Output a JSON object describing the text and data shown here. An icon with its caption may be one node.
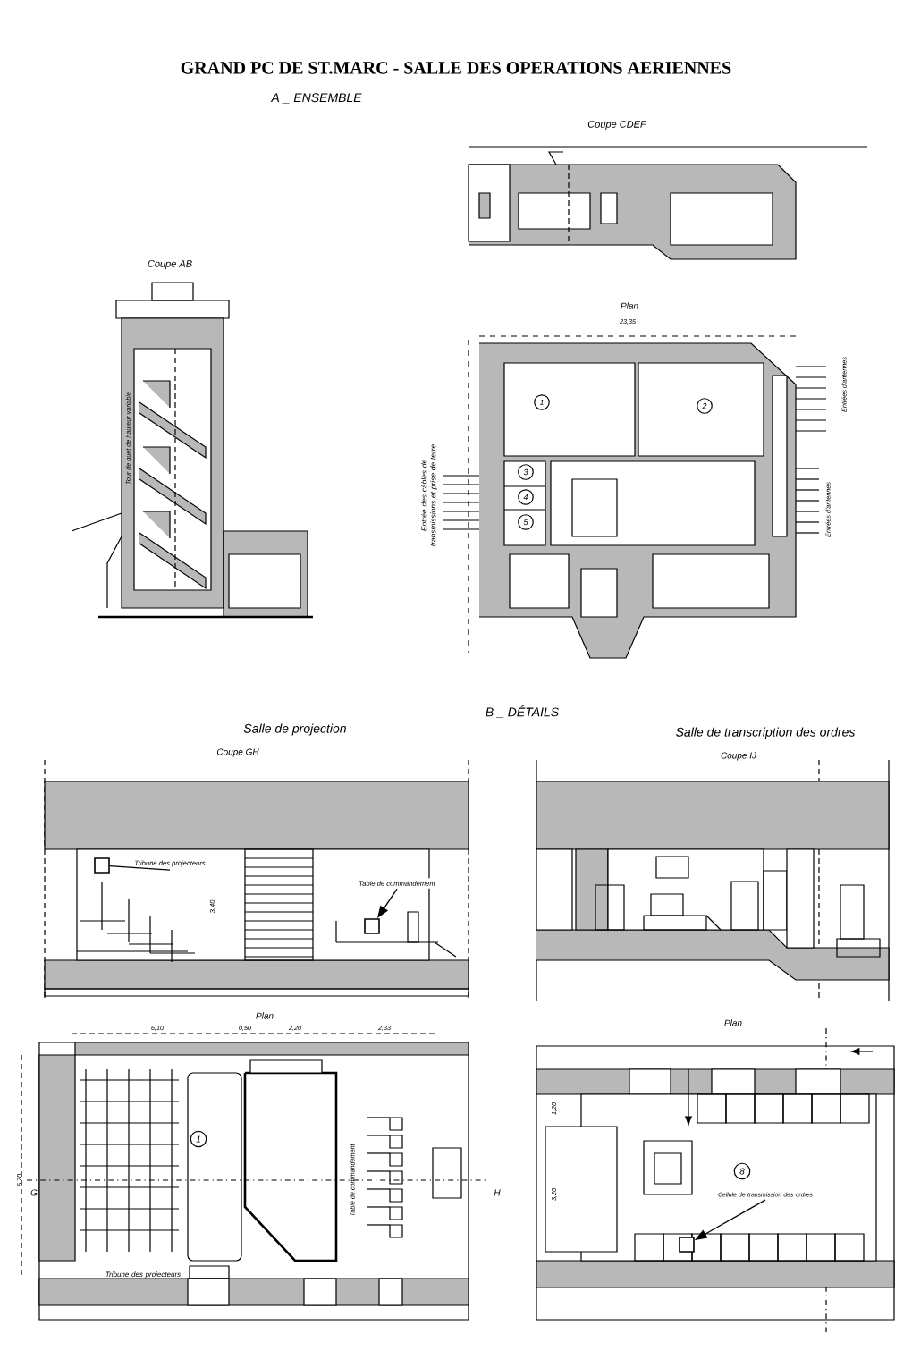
{
  "diagram": {
    "title": "GRAND PC DE ST.MARC - SALLE DES OPERATIONS AERIENNES",
    "nodes": [
      {
        "text": [
          "Tribune des projecteurs"
        ]
      },
      {
        "text": [],
        "shape": "box"
      },
      {
        "text": [
          "Table de commandement"
        ]
      },
      {
        "text": [],
        "shape": "box"
      },
      {
        "text": [
          "Cellule de transmission des ordres"
        ]
      },
      {
        "text": [],
        "shape": "box"
      },
      {
        "text": [
          "1"
        ]
      },
      {
        "text": [
          "8"
        ]
      },
      {
        "text": [
          "1"
        ]
      },
      {
        "text": [
          "2"
        ]
      },
      {
        "text": [
          "3"
        ]
      },
      {
        "text": [
          "4"
        ]
      },
      {
        "text": [
          "5"
        ]
      }
    ],
    "edges": [
      {
        "from": 0,
        "to": 1,
        "arrow": "none"
      },
      {
        "from": 2,
        "to": 3,
        "arrow": "to"
      },
      {
        "from": 4,
        "to": 5,
        "arrow": "to"
      }
    ],
    "labels": [
      "A _ ENSEMBLE",
      "Coupe CDEF",
      "Coupe AB",
      "Tour de guet de hauteur variable",
      "Plan",
      "23,35",
      "Entrée des câbles de transmissions et prise de terre",
      "Entrées d'antennes",
      "Entrées d'antennes",
      "B _ DÉTAILS",
      "Salle de projection",
      "Coupe GH",
      "Salle de transcription des ordres",
      "Coupe IJ",
      "3,40",
      "Plan",
      "6,10",
      "0,50",
      "2,20",
      "2,33",
      "6,70",
      "G",
      "H",
      "Tribune des projecteurs",
      "Table de commandement",
      "Plan",
      "1,20",
      "3,20"
    ]
  }
}
